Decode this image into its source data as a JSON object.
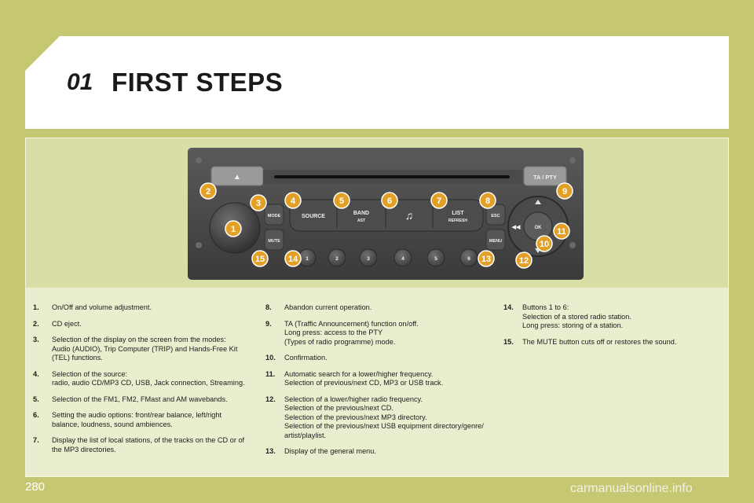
{
  "header": {
    "chapter": "01",
    "title": "FIRST STEPS"
  },
  "radio": {
    "eject_symbol": "▲",
    "ta_pty": "TA / PTY",
    "mode": "MODE",
    "mute": "MUTE",
    "source": "SOURCE",
    "band": "BAND",
    "band_sub": "AST",
    "note_symbol": "♫",
    "list": "LIST",
    "list_sub": "REFRESH",
    "esc": "ESC",
    "menu": "MENU",
    "ok": "OK",
    "rewind_symbol": "◀◀",
    "presets": [
      "1",
      "2",
      "3",
      "4",
      "5",
      "6"
    ],
    "callouts": [
      "1",
      "2",
      "3",
      "4",
      "5",
      "6",
      "7",
      "8",
      "9",
      "10",
      "11",
      "12",
      "13",
      "14",
      "15"
    ],
    "accent_color": "#e2a126"
  },
  "col1": [
    {
      "num": "1.",
      "text": "On/Off and volume adjustment."
    },
    {
      "num": "2.",
      "text": "CD eject."
    },
    {
      "num": "3.",
      "text": "Selection of the display on the screen from the modes:\nAudio (AUDIO), Trip Computer (TRIP) and Hands-Free Kit\n(TEL) functions."
    },
    {
      "num": "4.",
      "text": "Selection of the source:\nradio, audio CD/MP3 CD, USB, Jack connection, Streaming."
    },
    {
      "num": "5.",
      "text": "Selection of the FM1, FM2, FMast and AM wavebands."
    },
    {
      "num": "6.",
      "text": "Setting the audio options: front/rear balance, left/right\nbalance, loudness, sound ambiences."
    },
    {
      "num": "7.",
      "text": "Display the list of local stations, of the tracks on the CD or of\nthe MP3 directories."
    }
  ],
  "col2": [
    {
      "num": "8.",
      "text": "Abandon current operation."
    },
    {
      "num": "9.",
      "text": "TA (Traffic Announcement) function on/off.\nLong press: access to the PTY\n(Types of radio programme) mode."
    },
    {
      "num": "10.",
      "text": "Confirmation."
    },
    {
      "num": "11.",
      "text": "Automatic search for a lower/higher frequency.\nSelection of previous/next CD, MP3 or USB track."
    },
    {
      "num": "12.",
      "text": "Selection of a lower/higher radio frequency.\nSelection of the previous/next CD.\nSelection of the previous/next MP3 directory.\nSelection of the previous/next USB equipment directory/genre/\nartist/playlist."
    },
    {
      "num": "13.",
      "text": "Display of the general menu."
    }
  ],
  "col3": [
    {
      "num": "14.",
      "text": "Buttons 1 to 6:\nSelection of a stored radio station.\nLong press: storing of a station."
    },
    {
      "num": "15.",
      "text": "The MUTE button cuts off or restores the sound."
    }
  ],
  "footer": {
    "page_number": "280",
    "watermark": "carmanualsonline.info"
  }
}
